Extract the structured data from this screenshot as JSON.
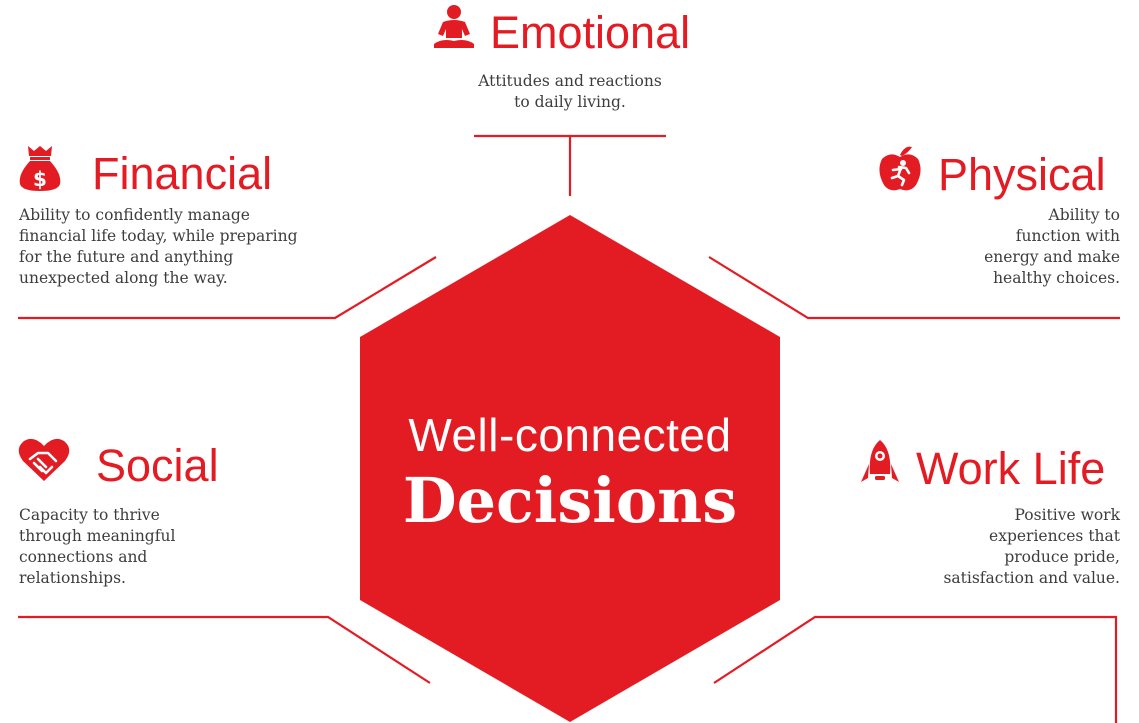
{
  "center": {
    "line1": "Well-connected",
    "line2": "Decisions"
  },
  "colors": {
    "accent": "#e31c24",
    "text": "#3d3d3d"
  },
  "dimensions": [
    {
      "key": "emotional",
      "title": "Emotional",
      "icon": "meditation-icon",
      "description": [
        "Attitudes and reactions",
        "to daily living."
      ]
    },
    {
      "key": "financial",
      "title": "Financial",
      "icon": "money-bag-icon",
      "description": [
        "Ability to confidently manage",
        "financial life today, while preparing",
        "for the future and anything",
        "unexpected along the way."
      ]
    },
    {
      "key": "physical",
      "title": "Physical",
      "icon": "apple-runner-icon",
      "description": [
        "Ability to",
        "function with",
        "energy and make",
        "healthy choices."
      ]
    },
    {
      "key": "social",
      "title": "Social",
      "icon": "heart-handshake-icon",
      "description": [
        "Capacity to thrive",
        "through meaningful",
        "connections and",
        "relationships."
      ]
    },
    {
      "key": "worklife",
      "title": "Work Life",
      "icon": "rocket-icon",
      "description": [
        "Positive work",
        "experiences that",
        "produce pride,",
        "satisfaction and value."
      ]
    }
  ]
}
